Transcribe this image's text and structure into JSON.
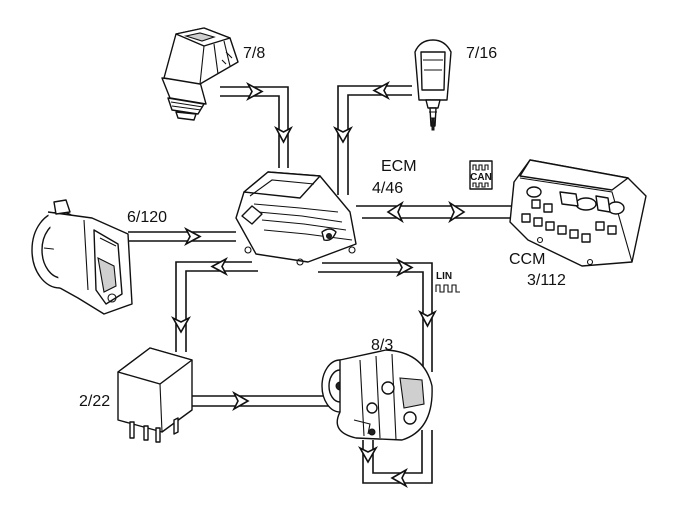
{
  "components": {
    "coolant_sensor": "7/8",
    "temp_sensor": "7/16",
    "ecm_title": "ECM",
    "ecm_number": "4/46",
    "throttle": "6/120",
    "ccm_title": "CCM",
    "ccm_number": "3/112",
    "compressor": "8/3",
    "relay": "2/22"
  },
  "bus_icons": {
    "can_label": "CAN",
    "lin_label": "LIN"
  },
  "colors": {
    "line": "#111111",
    "background": "#ffffff"
  }
}
